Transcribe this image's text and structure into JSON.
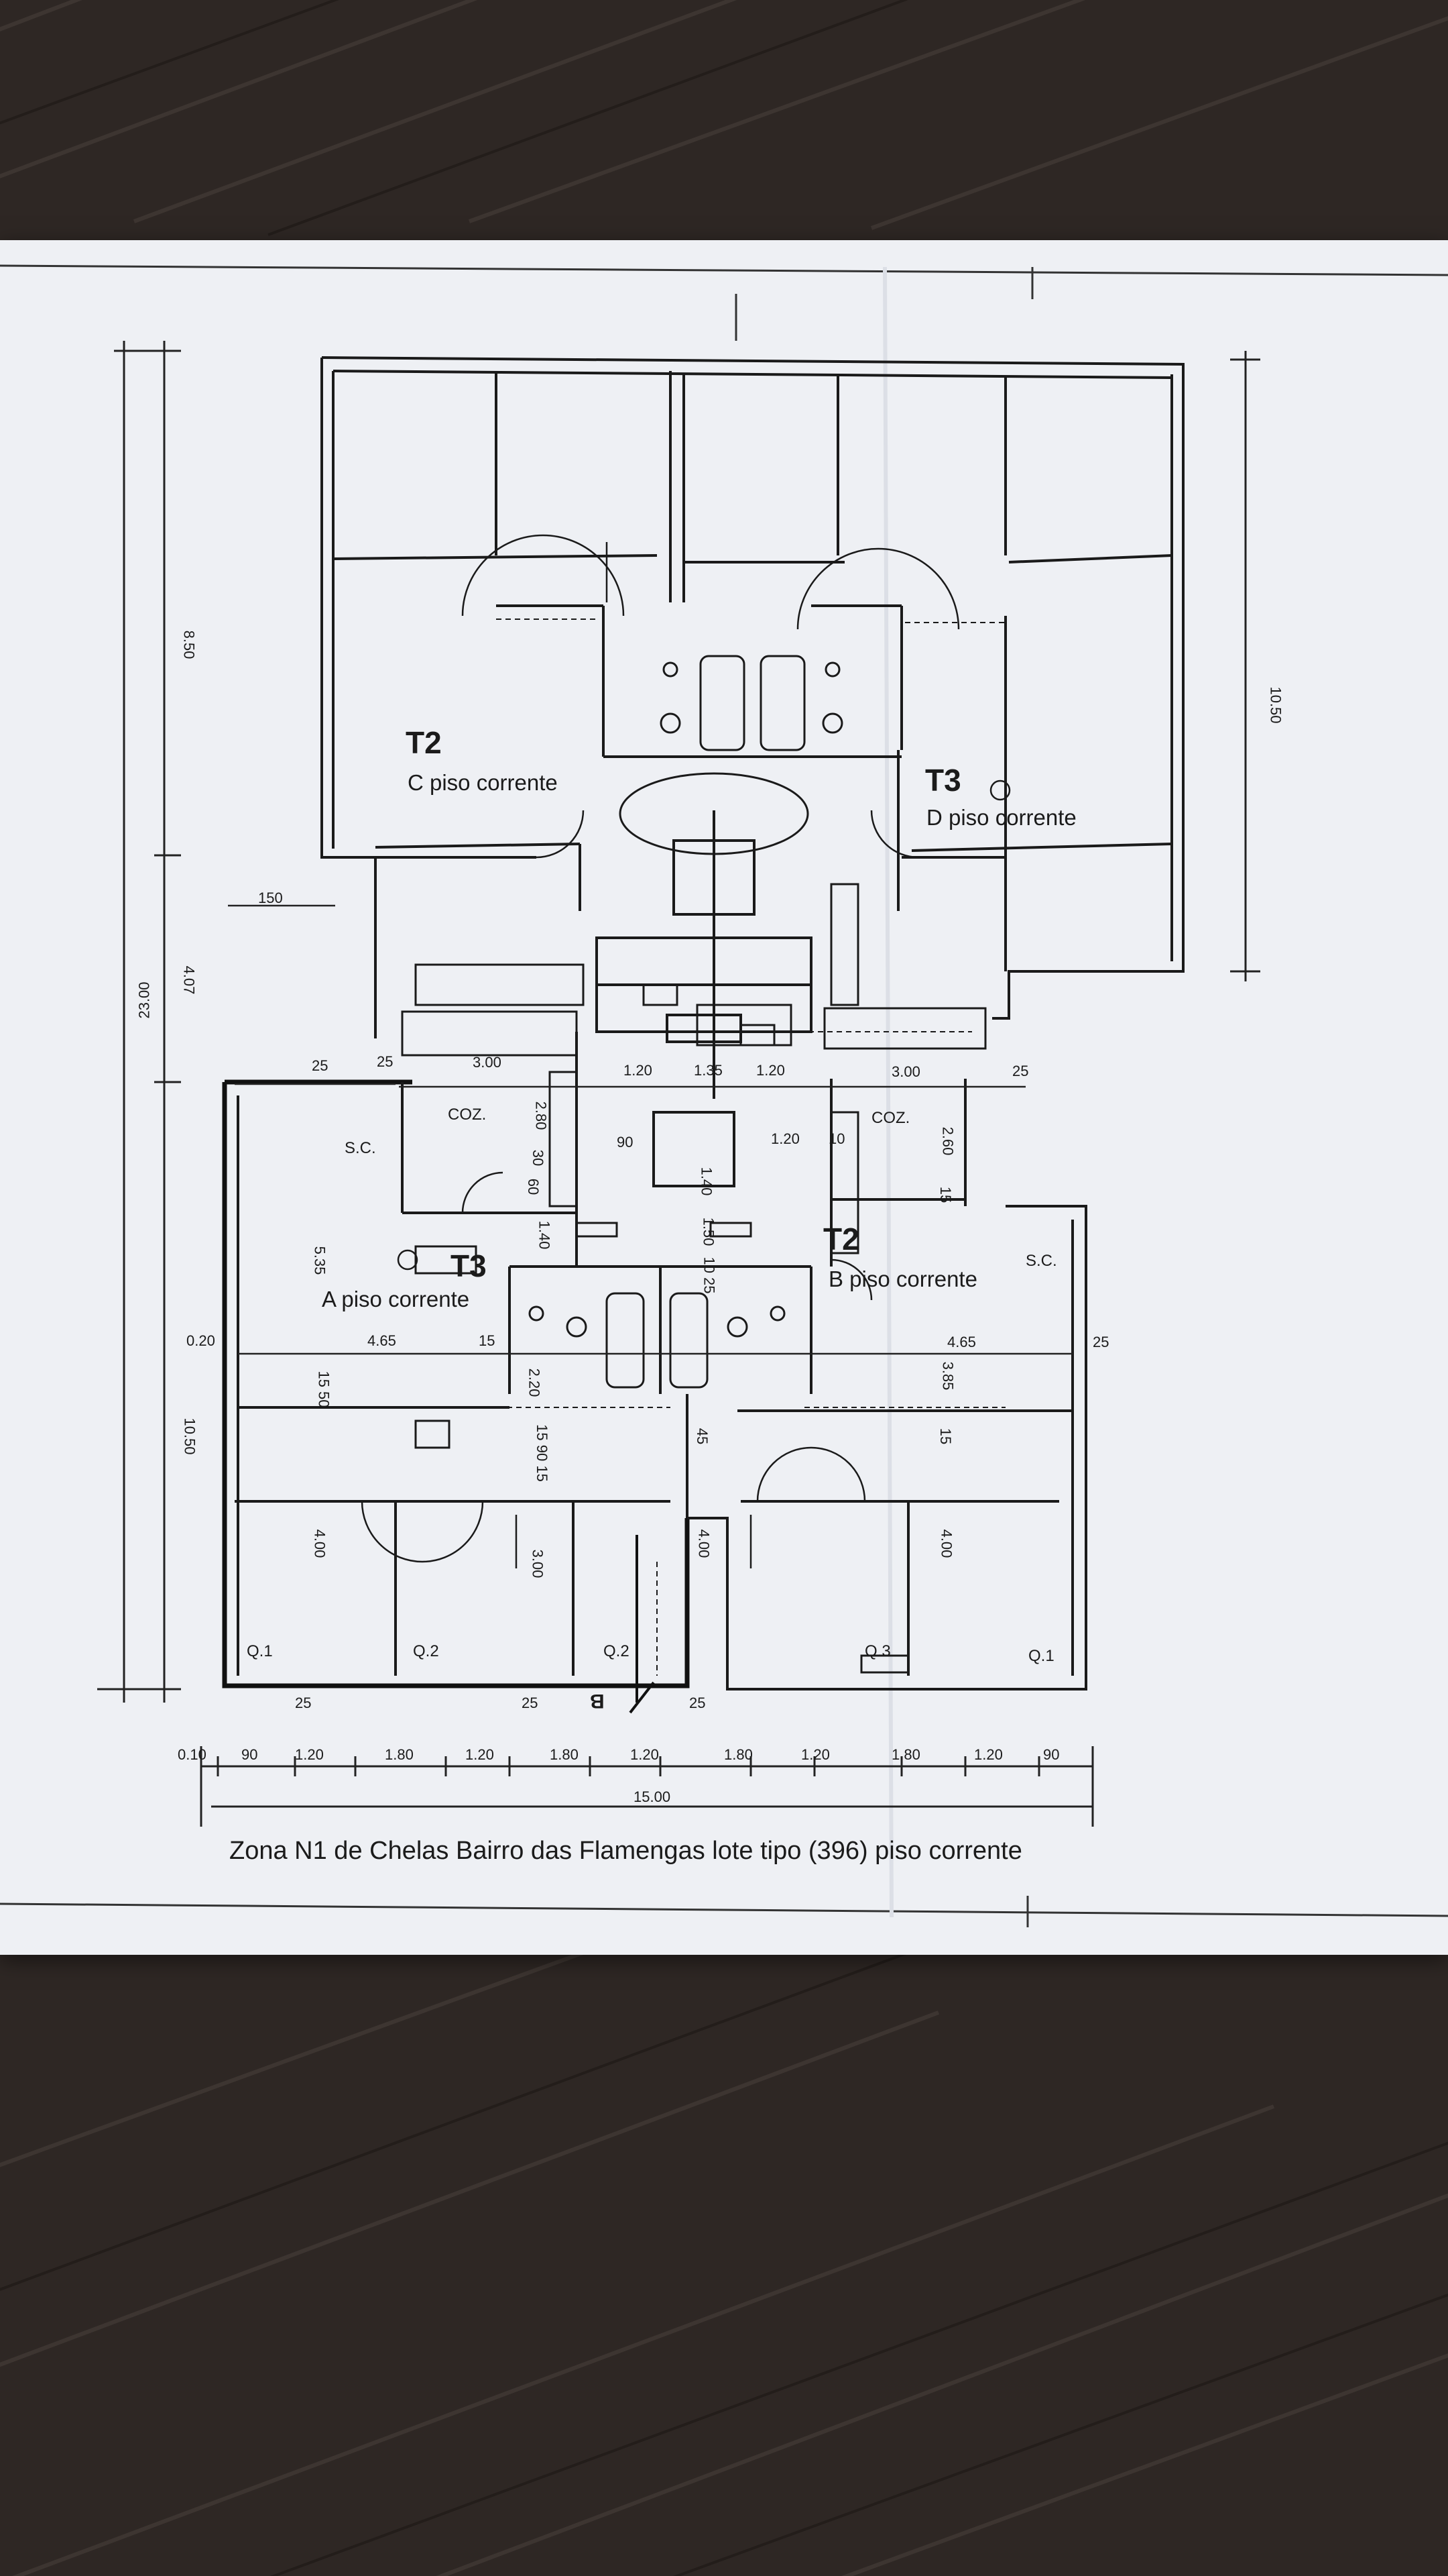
{
  "caption": "Zona N1 de Chelas Bairro das Flamengas lote tipo (396) piso corrente",
  "units": [
    {
      "type": "T2",
      "name": "C piso corrente"
    },
    {
      "type": "T3",
      "name": "D piso corrente"
    },
    {
      "type": "T3",
      "name": "A piso corrente"
    },
    {
      "type": "T2",
      "name": "B piso corrente"
    }
  ],
  "rooms": {
    "sc_left": "S.C.",
    "coz_left": "COZ.",
    "coz_right": "COZ.",
    "sc_right": "S.C.",
    "q1_left": "Q.1",
    "q2_left": "Q.2",
    "q2_mid": "Q.2",
    "q3": "Q.3",
    "q1_right": "Q.1",
    "section_marker": "B"
  },
  "dimensions": {
    "overall_height": "23.00",
    "left_top": "8.50",
    "left_mid": "4.07",
    "left_bottom": "10.50",
    "right_top": "10.50",
    "offset_150": "150",
    "d_25a": "25",
    "d_25b": "25",
    "d_300_left": "3.00",
    "d_280": "2.80",
    "d_30": "30",
    "d_60": "60",
    "d_140a": "1.40",
    "d_535": "5.35",
    "d_020": "0.20",
    "d_465_left": "4.65",
    "d_15a": "15",
    "d_220": "2.20",
    "d_1550": "15 50",
    "d_1590": "15 90 15",
    "d_400a": "4.00",
    "d_300b": "3.00",
    "d_400b": "4.00",
    "d_120a": "1.20",
    "d_135": "1.35",
    "d_120b": "1.20",
    "d_90": "90",
    "d_140b": "1.40",
    "d_150b": "1.50",
    "d_1025": "10 25",
    "d_120c": "1.20",
    "d_10": "10",
    "d_300_right": "3.00",
    "d_25c": "25",
    "d_260": "2.60",
    "d_15b": "15",
    "d_465_right": "4.65",
    "d_25d": "25",
    "d_385": "3.85",
    "d_15c": "15",
    "d_400c": "4.00",
    "d_25e": "25",
    "d_25f": "25",
    "d_25g": "25",
    "d_45": "45",
    "bottom_chain": [
      "0.10",
      "90",
      "1.20",
      "1.80",
      "1.20",
      "1.80",
      "1.20",
      "1.80",
      "1.20",
      "1.80",
      "1.20",
      "90"
    ],
    "bottom_total": "15.00"
  }
}
